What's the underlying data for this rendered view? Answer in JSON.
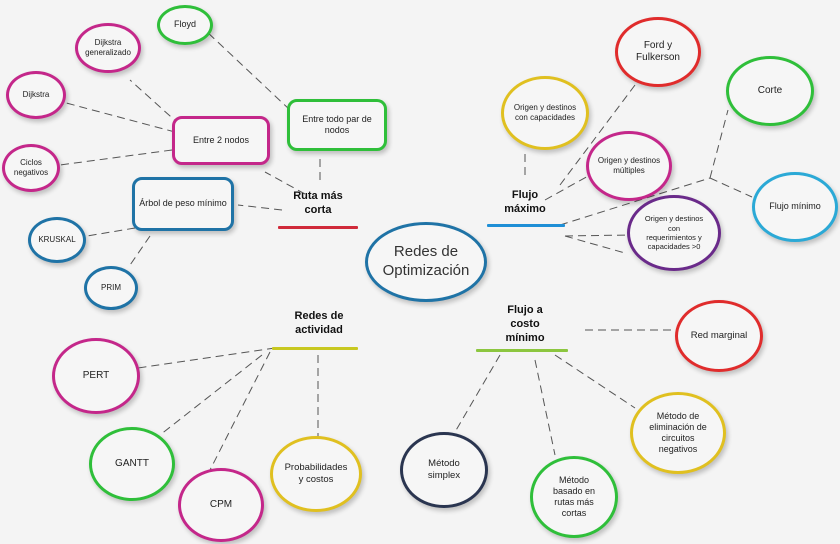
{
  "center": {
    "label_line1": "Redes de",
    "label_line2": "Optimización"
  },
  "hubs": {
    "ruta": {
      "line1": "Ruta más",
      "line2": "corta",
      "color": "#d02a3a"
    },
    "flujo_max": {
      "line1": "Flujo",
      "line2": "máximo",
      "color": "#1f8fd6"
    },
    "actividad": {
      "line1": "Redes de",
      "line2": "actividad",
      "color": "#c8c820"
    },
    "costo": {
      "line1": "Flujo a",
      "line2": "costo",
      "line3": "mínimo",
      "color": "#8cc63f"
    }
  },
  "nodes": {
    "floyd": "Floyd",
    "dijkstra_gen": {
      "line1": "Dijkstra",
      "line2": "generalizado"
    },
    "dijkstra": "Dijkstra",
    "ciclos": {
      "line1": "Ciclos",
      "line2": "negativos"
    },
    "entre_dos": "Entre 2 nodos",
    "entre_todo": {
      "line1": "Entre todo par de",
      "line2": "nodos"
    },
    "arbol": "Árbol de peso mínimo",
    "kruskal": "KRUSKAL",
    "prim": "PRIM",
    "ford": {
      "line1": "Ford y",
      "line2": "Fulkerson"
    },
    "origen_cap": {
      "line1": "Origen y destinos",
      "line2": "con capacidades"
    },
    "origen_mult": {
      "line1": "Origen y destinos",
      "line2": "múltiples"
    },
    "corte": "Corte",
    "flujo_min": "Flujo mínimo",
    "origen_req": {
      "line1": "Origen y destinos",
      "line2": "con",
      "line3": "requerimientos y",
      "line4": "capacidades >0"
    },
    "pert": "PERT",
    "gantt": "GANTT",
    "cpm": "CPM",
    "prob": {
      "line1": "Probabilidades",
      "line2": "y costos"
    },
    "red_marginal": "Red marginal",
    "simplex": {
      "line1": "Método",
      "line2": "simplex"
    },
    "rutas": {
      "line1": "Método",
      "line2": "basado en",
      "line3": "rutas más",
      "line4": "cortas"
    },
    "elim": {
      "line1": "Método de",
      "line2": "eliminación de",
      "line3": "circuitos",
      "line4": "negativos"
    }
  },
  "colors": {
    "green": "#2fbf3a",
    "magenta": "#c4278a",
    "red": "#e02c2c",
    "blue": "#1f73a6",
    "yellow": "#e0c020",
    "purple": "#6a2a8a",
    "cyan": "#2ba9d6",
    "center_border": "#1f73a6",
    "dark": "#2a3550",
    "dash": "#555555"
  }
}
